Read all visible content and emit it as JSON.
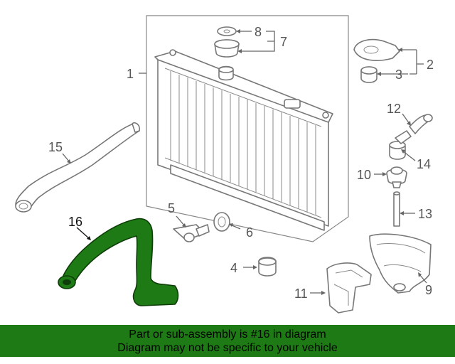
{
  "diagram": {
    "callouts": [
      {
        "id": "1",
        "label": "1"
      },
      {
        "id": "2",
        "label": "2"
      },
      {
        "id": "3",
        "label": "3"
      },
      {
        "id": "4",
        "label": "4"
      },
      {
        "id": "5",
        "label": "5"
      },
      {
        "id": "6",
        "label": "6"
      },
      {
        "id": "7",
        "label": "7"
      },
      {
        "id": "8",
        "label": "8"
      },
      {
        "id": "9",
        "label": "9"
      },
      {
        "id": "10",
        "label": "10"
      },
      {
        "id": "11",
        "label": "11"
      },
      {
        "id": "12",
        "label": "12"
      },
      {
        "id": "13",
        "label": "13"
      },
      {
        "id": "14",
        "label": "14"
      },
      {
        "id": "15",
        "label": "15"
      },
      {
        "id": "16",
        "label": "16"
      }
    ],
    "highlighted_part": "16",
    "highlight_color": "#1e7a14"
  },
  "banner": {
    "line1": "Part or sub-assembly is #16 in diagram",
    "line2": "Diagram may not be specific to your vehicle",
    "background": "#1e7a14"
  }
}
